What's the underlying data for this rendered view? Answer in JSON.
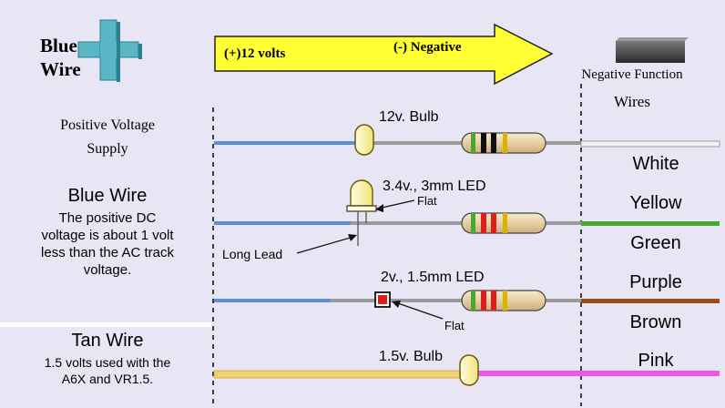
{
  "blue_wire_title": {
    "line1": "Blue",
    "line2": "Wire"
  },
  "positive_supply": {
    "line1": "Positive Voltage",
    "line2": "Supply"
  },
  "arrow": {
    "positive_label": "(+)12 volts",
    "negative_label": "(-) Negative"
  },
  "negative_function": {
    "line1": "Negative Function",
    "line2": "Wires"
  },
  "blue_wire_section": {
    "heading": "Blue Wire",
    "lines": [
      "The positive DC",
      "voltage is about 1 volt",
      "less than the AC track",
      "voltage."
    ]
  },
  "tan_wire_section": {
    "heading": "Tan Wire",
    "lines": [
      "1.5 volts used with the",
      "A6X and VR1.5."
    ]
  },
  "components": {
    "bulb_12v": "12v. Bulb",
    "led_3mm": "3.4v., 3mm LED",
    "flat_1": "Flat",
    "long_lead": "Long Lead",
    "led_1_5mm": "2v., 1.5mm LED",
    "flat_2": "Flat",
    "bulb_1_5v": "1.5v. Bulb"
  },
  "wire_colors": [
    "White",
    "Yellow",
    "Green",
    "Purple",
    "Brown",
    "Pink"
  ],
  "colors": {
    "background": "#e8e6f4",
    "blue_wire": "#5b8fd6",
    "tan_wire": "#f2d070",
    "arrow_fill": "#ffff33",
    "cross": "#59b6c4",
    "green_wire": "#4aa832",
    "brown_wire": "#9b4a1c",
    "pink_wire": "#ee55ee",
    "white_wire": "#f2f2f2"
  }
}
